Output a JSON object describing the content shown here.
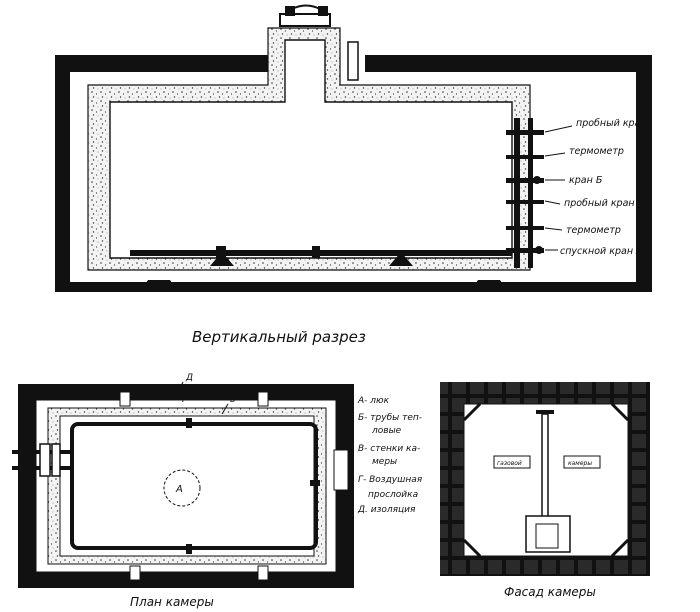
{
  "section": {
    "caption": "Вертикальный разрез",
    "callouts": [
      {
        "id": "probe-tap-1",
        "text": "пробный кран"
      },
      {
        "id": "thermometer-1",
        "text": "термометр"
      },
      {
        "id": "tap-b",
        "text": "кран Б"
      },
      {
        "id": "probe-tap-2",
        "text": "пробный кран"
      },
      {
        "id": "thermometer-2",
        "text": "термометр"
      },
      {
        "id": "drain-tap-a",
        "text": "спускной кран А"
      }
    ]
  },
  "plan": {
    "caption": "План камеры",
    "marks": {
      "d": "Д",
      "g": "Г",
      "v": "в",
      "a": "А"
    },
    "legend": [
      "А- люк",
      "Б- трубы теп-",
      "ловые",
      "В- стенки ка-",
      "меры",
      "Г- Воздушная",
      "прослойка",
      "Д. изоляция"
    ]
  },
  "facade": {
    "caption": "Фасад камеры",
    "plates": [
      "газовой",
      "камеры"
    ]
  },
  "colors": {
    "ink": "#111111",
    "paper": "#ffffff",
    "insulation": "#f4f4f4"
  }
}
